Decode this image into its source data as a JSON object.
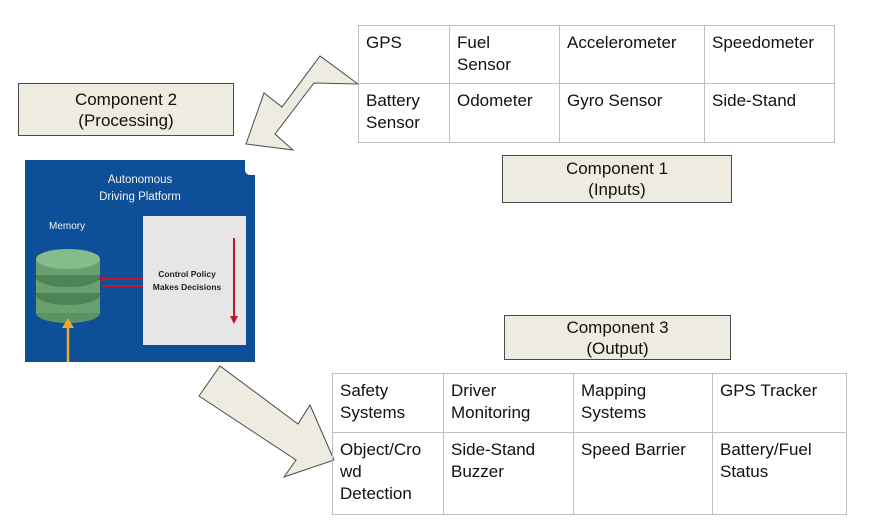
{
  "inputs": {
    "rows": [
      [
        "GPS",
        "Fuel\nSensor",
        "Accelerometer",
        "Speedometer"
      ],
      [
        "Battery\nSensor",
        "Odometer",
        "Gyro Sensor",
        "Side-Stand"
      ]
    ],
    "label_line1": "Component 1",
    "label_line2": "(Inputs)"
  },
  "processing": {
    "label_line1": "Component 2",
    "label_line2": "(Processing)",
    "platform": {
      "title_line1": "Autonomous",
      "title_line2": "Driving Platform",
      "memory_label": "Memory",
      "policy_line1": "Control Policy",
      "policy_line2": "Makes Decisions"
    }
  },
  "output": {
    "label_line1": "Component 3",
    "label_line2": "(Output)",
    "rows": [
      [
        "Safety\nSystems",
        "Driver\nMonitoring",
        "Mapping\nSystems",
        "GPS Tracker"
      ],
      [
        "Object/Cro\nwd\nDetection",
        "Side-Stand\nBuzzer",
        "Speed Barrier",
        "Battery/Fuel\nStatus"
      ]
    ]
  },
  "colors": {
    "platform_bg": "#0e4f9a",
    "label_bg": "#eeece1",
    "arrow_fill": "#eeece1",
    "db_green": "#6aa070",
    "policy_arrow": "#c0152a",
    "memory_arrow": "#f0a830"
  }
}
